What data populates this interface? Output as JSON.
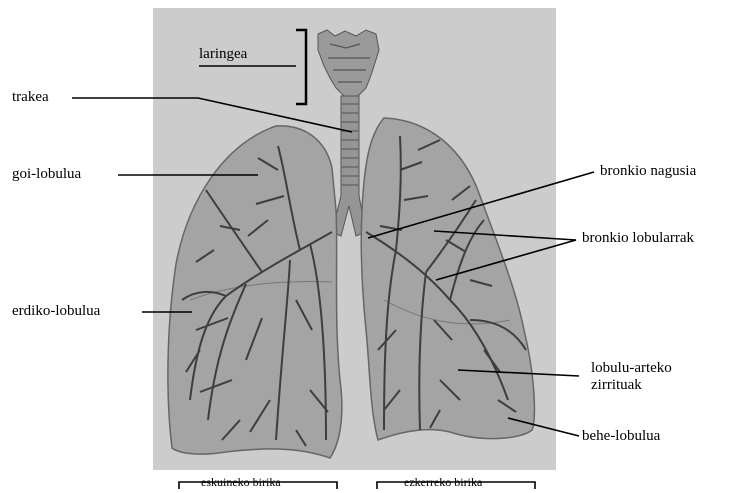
{
  "figure": {
    "labels": {
      "larynx": "laringea",
      "trachea": "trakea",
      "upper_lobe": "goi-lobulua",
      "middle_lobe": "erdiko-lobulua",
      "main_bronchus": "bronkio nagusia",
      "lobar_bronchi": "bronkio lobularrak",
      "interlobar_fissures": "lobulu-arteko\nzirrituak",
      "lower_lobe": "behe-lobulua"
    },
    "brackets": {
      "right_lung": "eskuineko birika",
      "left_lung": "ezkerreko birika"
    },
    "colors": {
      "panel": "#cccccc",
      "lung_fill": "#a2a2a2",
      "bronchi": "#3e3e3e",
      "leader_lines": "#000000"
    }
  }
}
